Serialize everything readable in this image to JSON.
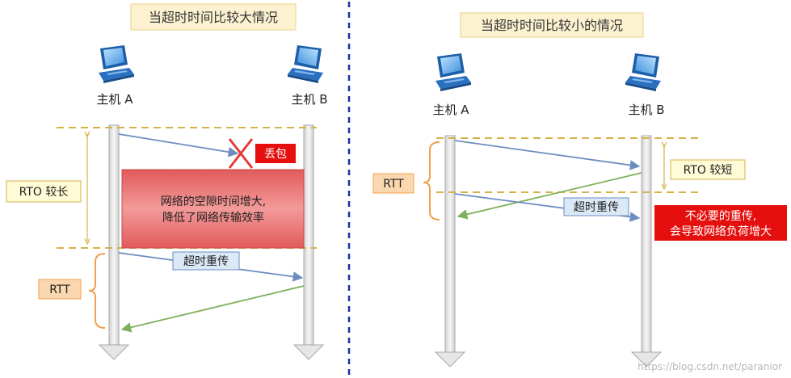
{
  "left": {
    "title": "当超时时间比较大情况",
    "host_a": "主机 A",
    "host_b": "主机 B",
    "loss_label": "丢包",
    "rto_label": "RTO 较长",
    "problem_line1": "网络的空隙时间增大,",
    "problem_line2": "降低了网络传输效率",
    "retransmit_label": "超时重传",
    "rtt_label": "RTT"
  },
  "right": {
    "title": "当超时时间比较小的情况",
    "host_a": "主机 A",
    "host_b": "主机 B",
    "rtt_label": "RTT",
    "rto_label": "RTO 较短",
    "retransmit_label": "超时重传",
    "problem_line1": "不必要的重传,",
    "problem_line2": "会导致网络负荷增大"
  },
  "watermark": "https://blog.csdn.net/paranior",
  "colors": {
    "title_bg": "#fdf2d0",
    "title_border": "#e8d28a",
    "dashed_yellow": "#d6b24a",
    "divider_blue": "#1f2fa8",
    "packet_blue": "#6d8cc0",
    "ack_green": "#7db05a",
    "loss_red": "#e53b3b",
    "rtt_orange": "#f0a050",
    "rtt_fill": "#fbd7b0",
    "rto_fill": "#fffbd6",
    "retransmit_fill": "#dbe8f6",
    "problem_fill": "#e86e6e",
    "alert_red": "#e5100e"
  },
  "icons": [
    "computer-icon-host-a",
    "computer-icon-host-b"
  ]
}
